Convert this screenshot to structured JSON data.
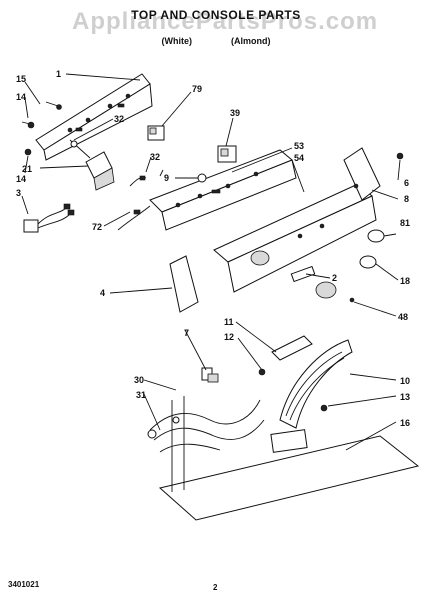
{
  "header": {
    "title": "TOP AND CONSOLE PARTS",
    "subtitle": "",
    "variant_white": "(White)",
    "variant_almond": "(Almond)",
    "watermark": "AppliancePartsPros.com"
  },
  "footer": {
    "doc_number": "3401021",
    "page": "2"
  },
  "callouts": {
    "c1": "1",
    "c15": "15",
    "c14a": "14",
    "c14b": "14",
    "c21": "21",
    "c3": "3",
    "c32a": "32",
    "c32b": "32",
    "c79": "79",
    "c39": "39",
    "c53": "53",
    "c54": "54",
    "c9": "9",
    "c72": "72",
    "c6": "6",
    "c8": "8",
    "c81": "81",
    "c18": "18",
    "c2": "2",
    "c48": "48",
    "c4": "4",
    "c11": "11",
    "c12": "12",
    "c7": "7",
    "c10": "10",
    "c30": "30",
    "c31": "31",
    "c13": "13",
    "c16": "16"
  }
}
